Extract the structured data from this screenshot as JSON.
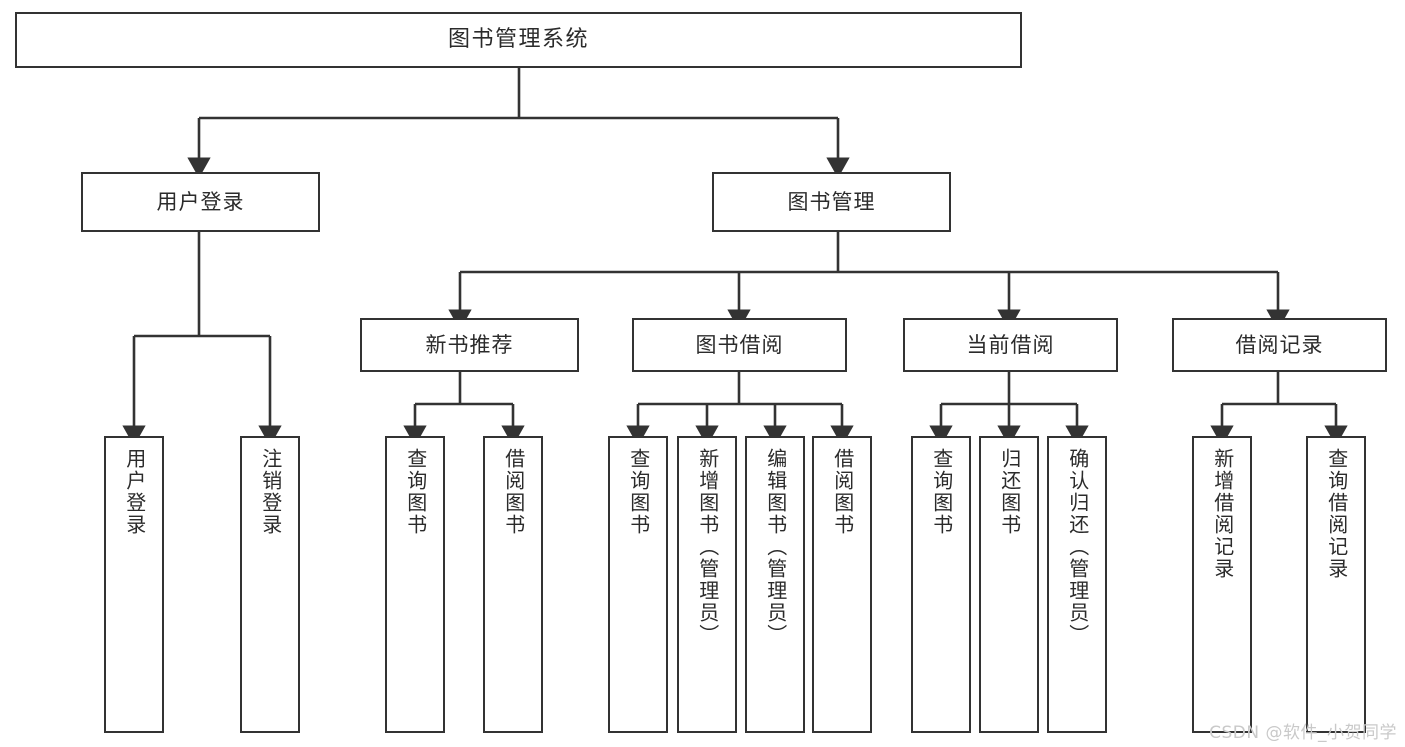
{
  "diagram": {
    "title": "图书管理系统",
    "watermark": "CSDN @软件_小贺同学",
    "stroke_color": "#333333",
    "background_color": "#ffffff",
    "text_color": "#2b2b2b"
  },
  "nodes": {
    "root": {
      "label": "图书管理系统"
    },
    "level2": [
      {
        "label": "用户登录"
      },
      {
        "label": "图书管理"
      }
    ],
    "level3": [
      {
        "label": "新书推荐"
      },
      {
        "label": "图书借阅"
      },
      {
        "label": "当前借阅"
      },
      {
        "label": "借阅记录"
      }
    ],
    "leaves": {
      "user_login": [
        {
          "label": "用户登录"
        },
        {
          "label": "注销登录"
        }
      ],
      "new_book_recommend": [
        {
          "label": "查询图书"
        },
        {
          "label": "借阅图书"
        }
      ],
      "book_borrow": [
        {
          "label": "查询图书"
        },
        {
          "label": "新增图书（管理员）"
        },
        {
          "label": "编辑图书（管理员）"
        },
        {
          "label": "借阅图书"
        }
      ],
      "current_borrow": [
        {
          "label": "查询图书"
        },
        {
          "label": "归还图书"
        },
        {
          "label": "确认归还（管理员）"
        }
      ],
      "borrow_record": [
        {
          "label": "新增借阅记录"
        },
        {
          "label": "查询借阅记录"
        }
      ]
    }
  }
}
